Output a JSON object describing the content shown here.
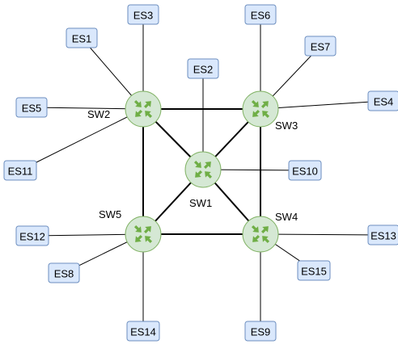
{
  "colors": {
    "es_fill": "#dae8fc",
    "es_stroke": "#6c8ebf",
    "switch_fill": "#d5e8d4",
    "switch_stroke": "#82b366",
    "switch_icon": "#6fae46",
    "link": "#000000"
  },
  "switches": [
    {
      "id": "SW1",
      "label": "SW1",
      "icon": "router-icon"
    },
    {
      "id": "SW2",
      "label": "SW2",
      "icon": "router-icon"
    },
    {
      "id": "SW3",
      "label": "SW3",
      "icon": "router-icon"
    },
    {
      "id": "SW4",
      "label": "SW4",
      "icon": "router-icon"
    },
    {
      "id": "SW5",
      "label": "SW5",
      "icon": "router-icon"
    }
  ],
  "end_stations": [
    {
      "id": "ES1",
      "label": "ES1"
    },
    {
      "id": "ES2",
      "label": "ES2"
    },
    {
      "id": "ES3",
      "label": "ES3"
    },
    {
      "id": "ES4",
      "label": "ES4"
    },
    {
      "id": "ES5",
      "label": "ES5"
    },
    {
      "id": "ES6",
      "label": "ES6"
    },
    {
      "id": "ES7",
      "label": "ES7"
    },
    {
      "id": "ES8",
      "label": "ES8"
    },
    {
      "id": "ES9",
      "label": "ES9"
    },
    {
      "id": "ES10",
      "label": "ES10"
    },
    {
      "id": "ES11",
      "label": "ES11"
    },
    {
      "id": "ES12",
      "label": "ES12"
    },
    {
      "id": "ES13",
      "label": "ES13"
    },
    {
      "id": "ES14",
      "label": "ES14"
    },
    {
      "id": "ES15",
      "label": "ES15"
    }
  ],
  "trunk_links": [
    [
      "SW2",
      "SW3"
    ],
    [
      "SW2",
      "SW5"
    ],
    [
      "SW3",
      "SW4"
    ],
    [
      "SW5",
      "SW4"
    ],
    [
      "SW2",
      "SW1"
    ],
    [
      "SW3",
      "SW1"
    ],
    [
      "SW5",
      "SW1"
    ],
    [
      "SW4",
      "SW1"
    ]
  ],
  "access_links": [
    [
      "SW2",
      "ES1"
    ],
    [
      "SW2",
      "ES3"
    ],
    [
      "SW2",
      "ES5"
    ],
    [
      "SW2",
      "ES11"
    ],
    [
      "SW1",
      "ES2"
    ],
    [
      "SW1",
      "ES10"
    ],
    [
      "SW3",
      "ES6"
    ],
    [
      "SW3",
      "ES7"
    ],
    [
      "SW3",
      "ES4"
    ],
    [
      "SW5",
      "ES12"
    ],
    [
      "SW5",
      "ES8"
    ],
    [
      "SW5",
      "ES14"
    ],
    [
      "SW4",
      "ES13"
    ],
    [
      "SW4",
      "ES15"
    ],
    [
      "SW4",
      "ES9"
    ]
  ]
}
